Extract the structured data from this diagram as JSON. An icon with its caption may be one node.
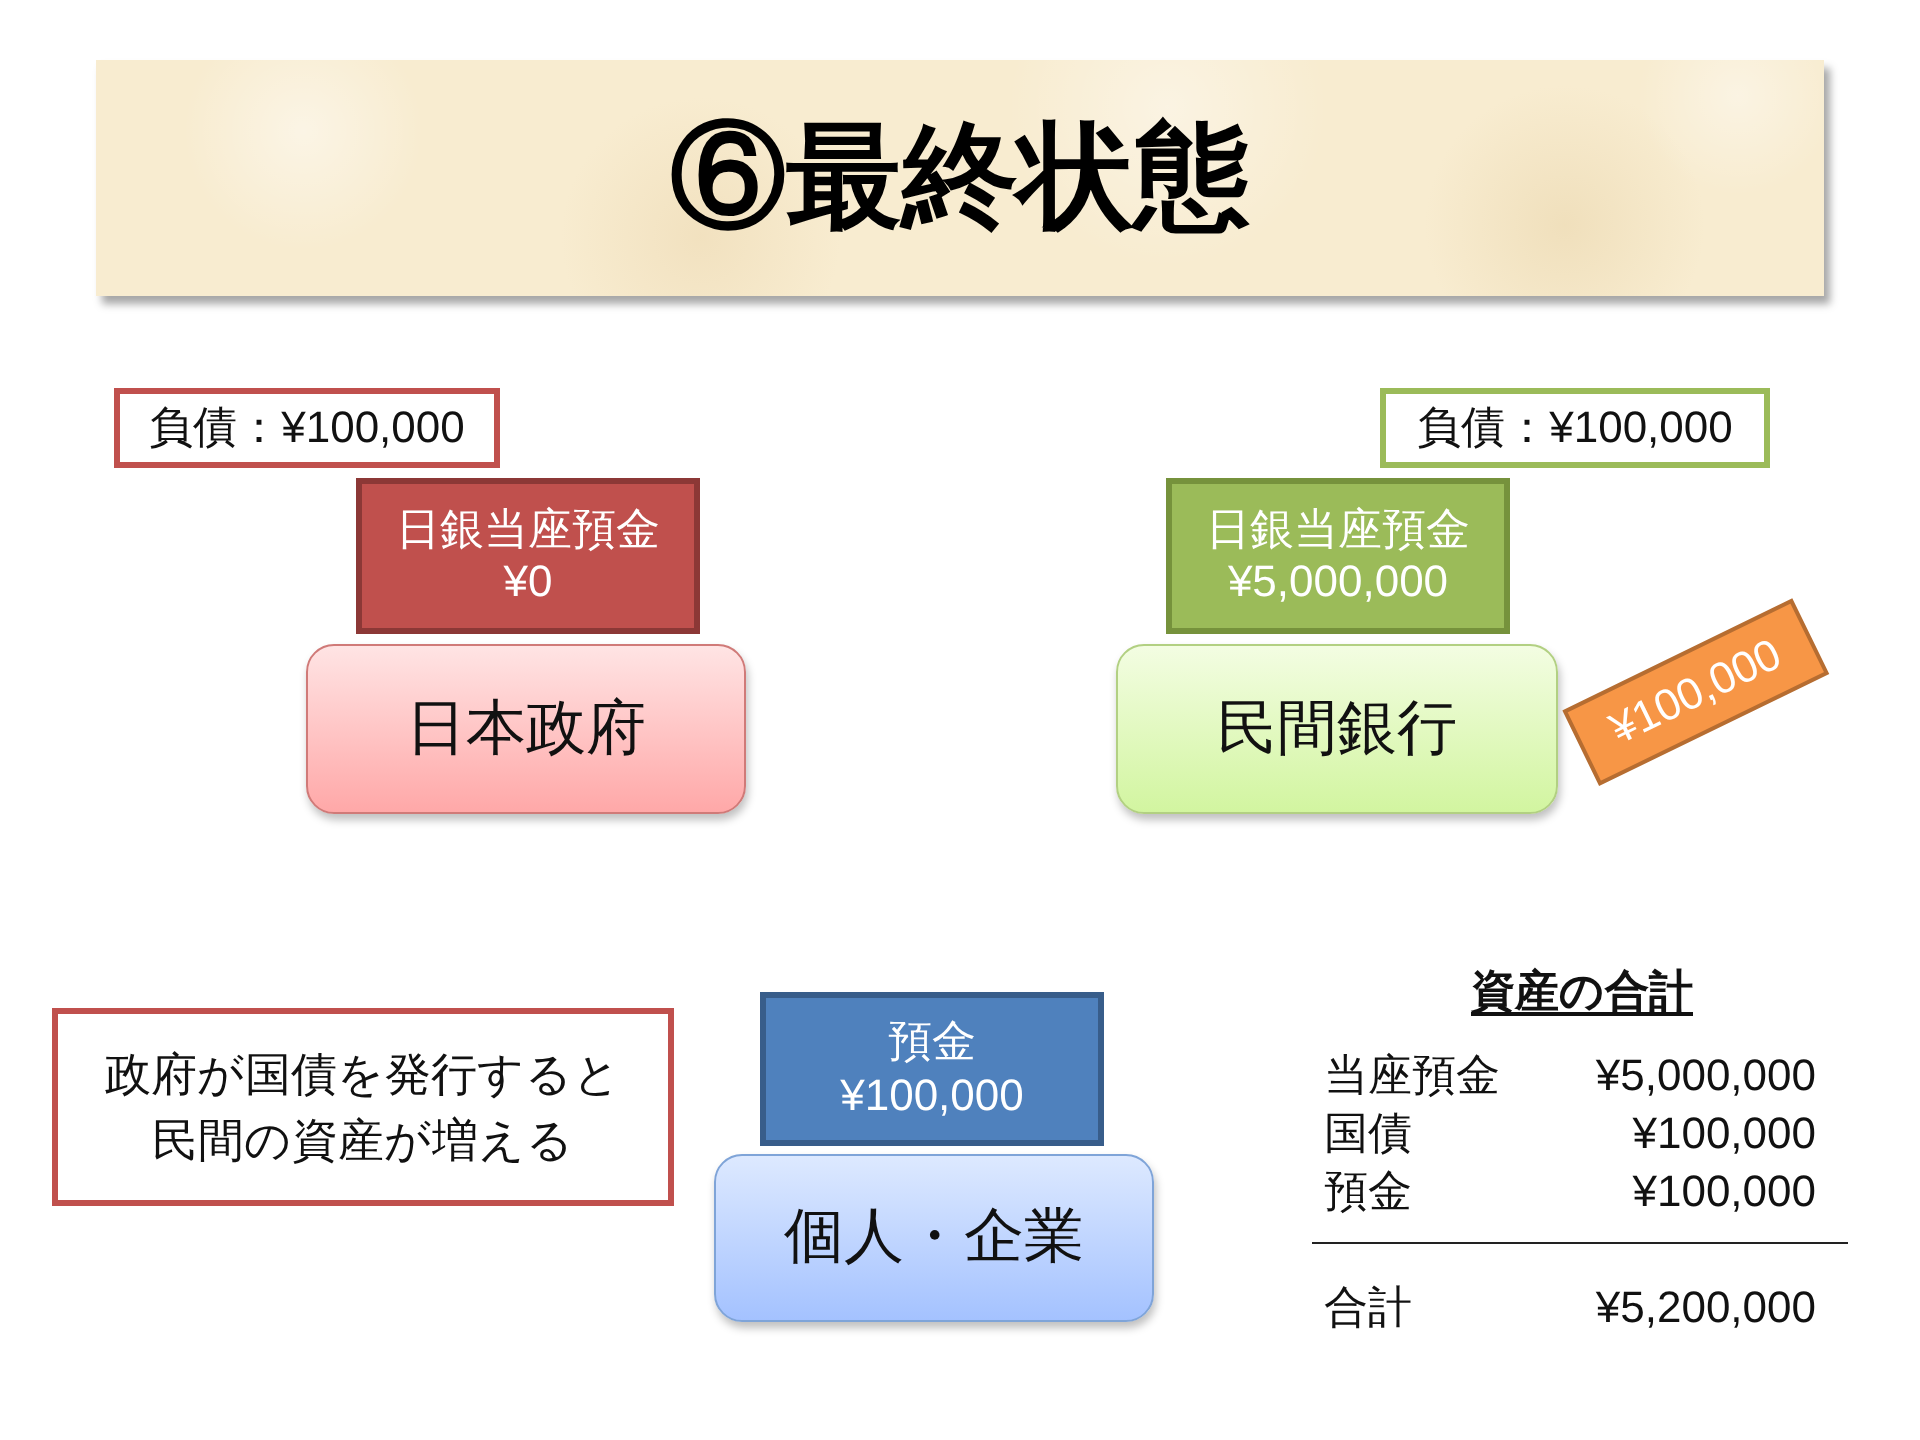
{
  "diagram": {
    "title": "⑥最終状態",
    "nodes": [
      {
        "text": [
          "負債：¥100,000"
        ]
      },
      {
        "text": [
          "日銀当座預金",
          "¥0"
        ]
      },
      {
        "text": [
          "日本政府"
        ]
      },
      {
        "text": [
          "負債：¥100,000"
        ]
      },
      {
        "text": [
          "日銀当座預金",
          "¥5,000,000"
        ]
      },
      {
        "text": [
          "民間銀行"
        ]
      },
      {
        "text": [
          "¥100,000"
        ]
      },
      {
        "text": [
          "政府が国債を発行すると民間の資産が増える"
        ]
      },
      {
        "text": [
          "預金",
          "¥100,000"
        ]
      },
      {
        "text": [
          "個人・企業"
        ]
      }
    ],
    "labels": [
      "資産の合計",
      "当座預金",
      "¥5,000,000",
      "国債",
      "¥100,000",
      "預金",
      "¥100,000",
      "合計",
      "¥5,200,000"
    ]
  }
}
